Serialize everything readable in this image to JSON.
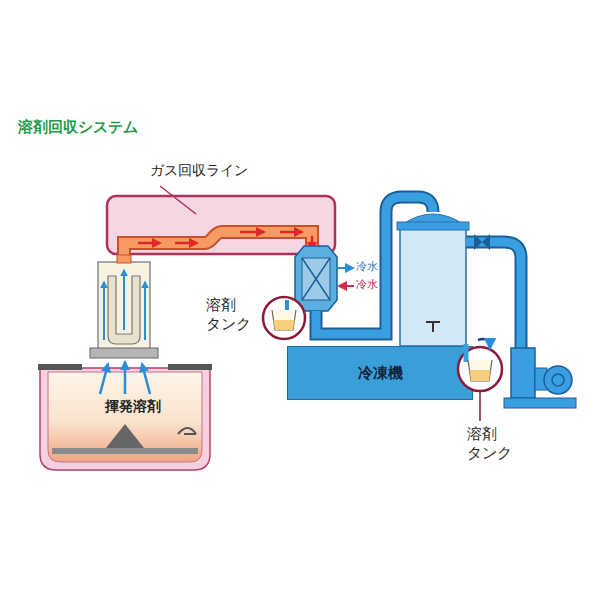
{
  "diagram": {
    "title": "溶剤回収システム",
    "nodes": [
      {
        "text": [
          "揮発溶剤"
        ]
      },
      {
        "text": [
          "冷凍機"
        ]
      }
    ],
    "labels": [
      "ガス回収ライン",
      "溶剤 タンク",
      "冷水",
      "冷水",
      "溶剤 タンク"
    ]
  }
}
